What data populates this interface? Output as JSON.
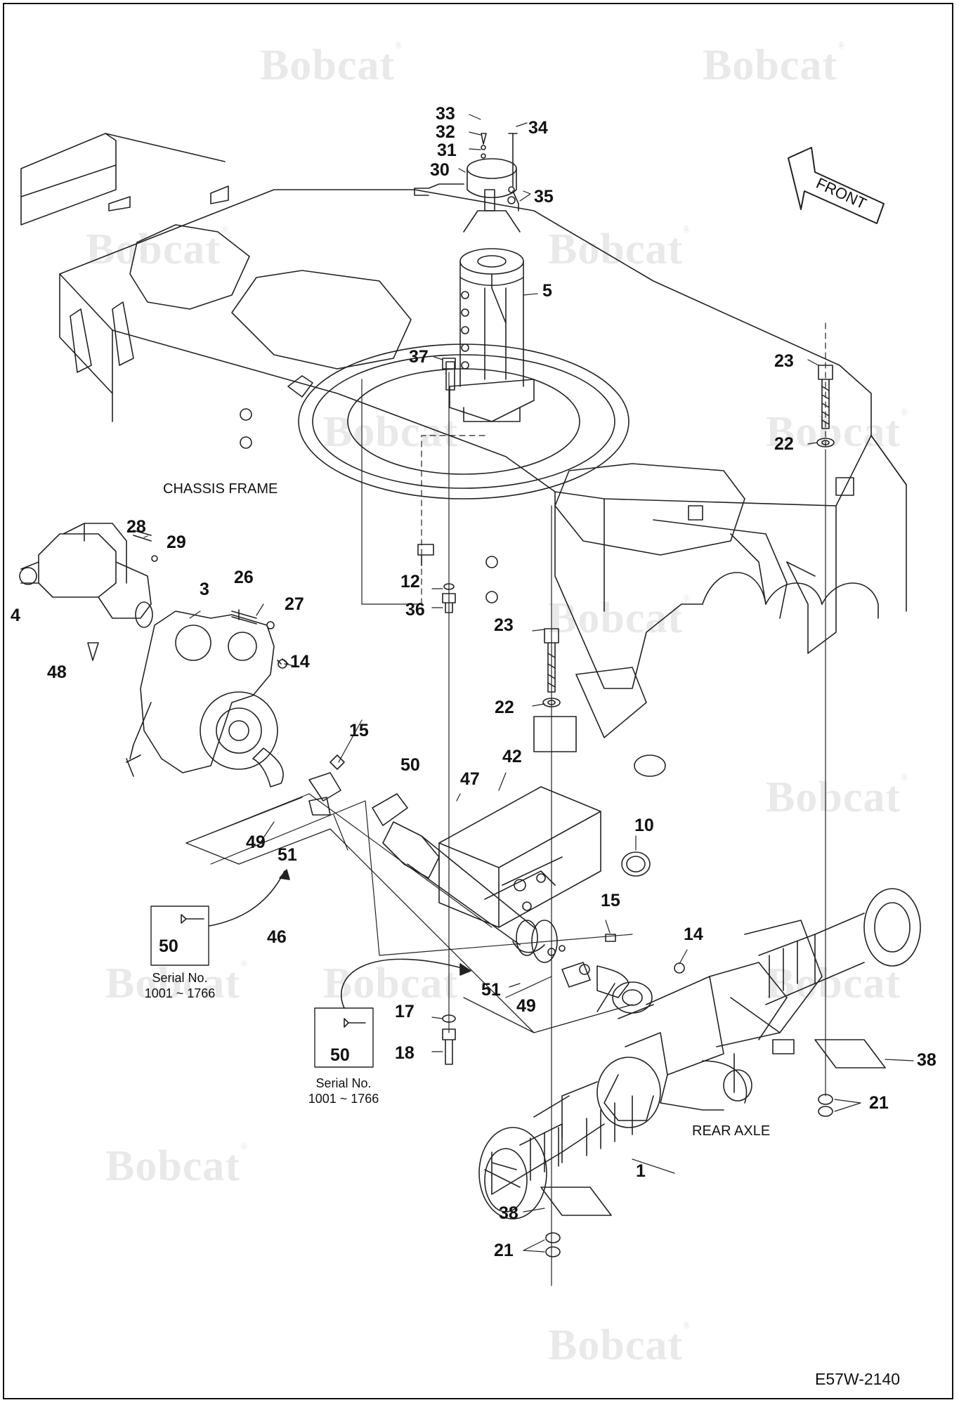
{
  "watermark": {
    "text": "Bobcat",
    "reg": "®"
  },
  "front_label": "FRONT",
  "captions": {
    "chassis_frame": "CHASSIS FRAME",
    "rear_axle": "REAR AXLE"
  },
  "serial_notes": [
    {
      "part": "50",
      "text": "Serial No.",
      "range": "1001 ~ 1766"
    },
    {
      "part": "50",
      "text": "Serial No.",
      "range": "1001 ~ 1766"
    }
  ],
  "doc_id": "E57W-2140",
  "callouts": [
    "33",
    "32",
    "31",
    "30",
    "34",
    "35",
    "5",
    "37",
    "23",
    "22",
    "28",
    "29",
    "4",
    "3",
    "26",
    "27",
    "48",
    "14",
    "12",
    "36",
    "23",
    "22",
    "15",
    "50",
    "47",
    "42",
    "10",
    "49",
    "51",
    "46",
    "15",
    "14",
    "51",
    "49",
    "17",
    "18",
    "38",
    "21",
    "1",
    "38",
    "21"
  ]
}
